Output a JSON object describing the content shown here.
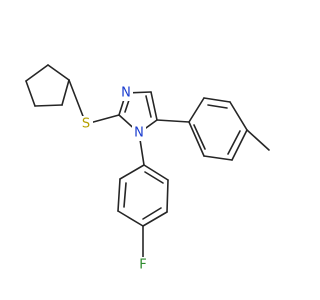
{
  "molecule": {
    "atoms": {
      "N3": {
        "symbol": "N",
        "color": "#1a3ccf"
      },
      "N1": {
        "symbol": "N",
        "color": "#1a3ccf"
      },
      "S": {
        "symbol": "S",
        "color": "#b5a000"
      },
      "F": {
        "symbol": "F",
        "color": "#2e8b2e"
      }
    },
    "bond_color": "#262626"
  }
}
